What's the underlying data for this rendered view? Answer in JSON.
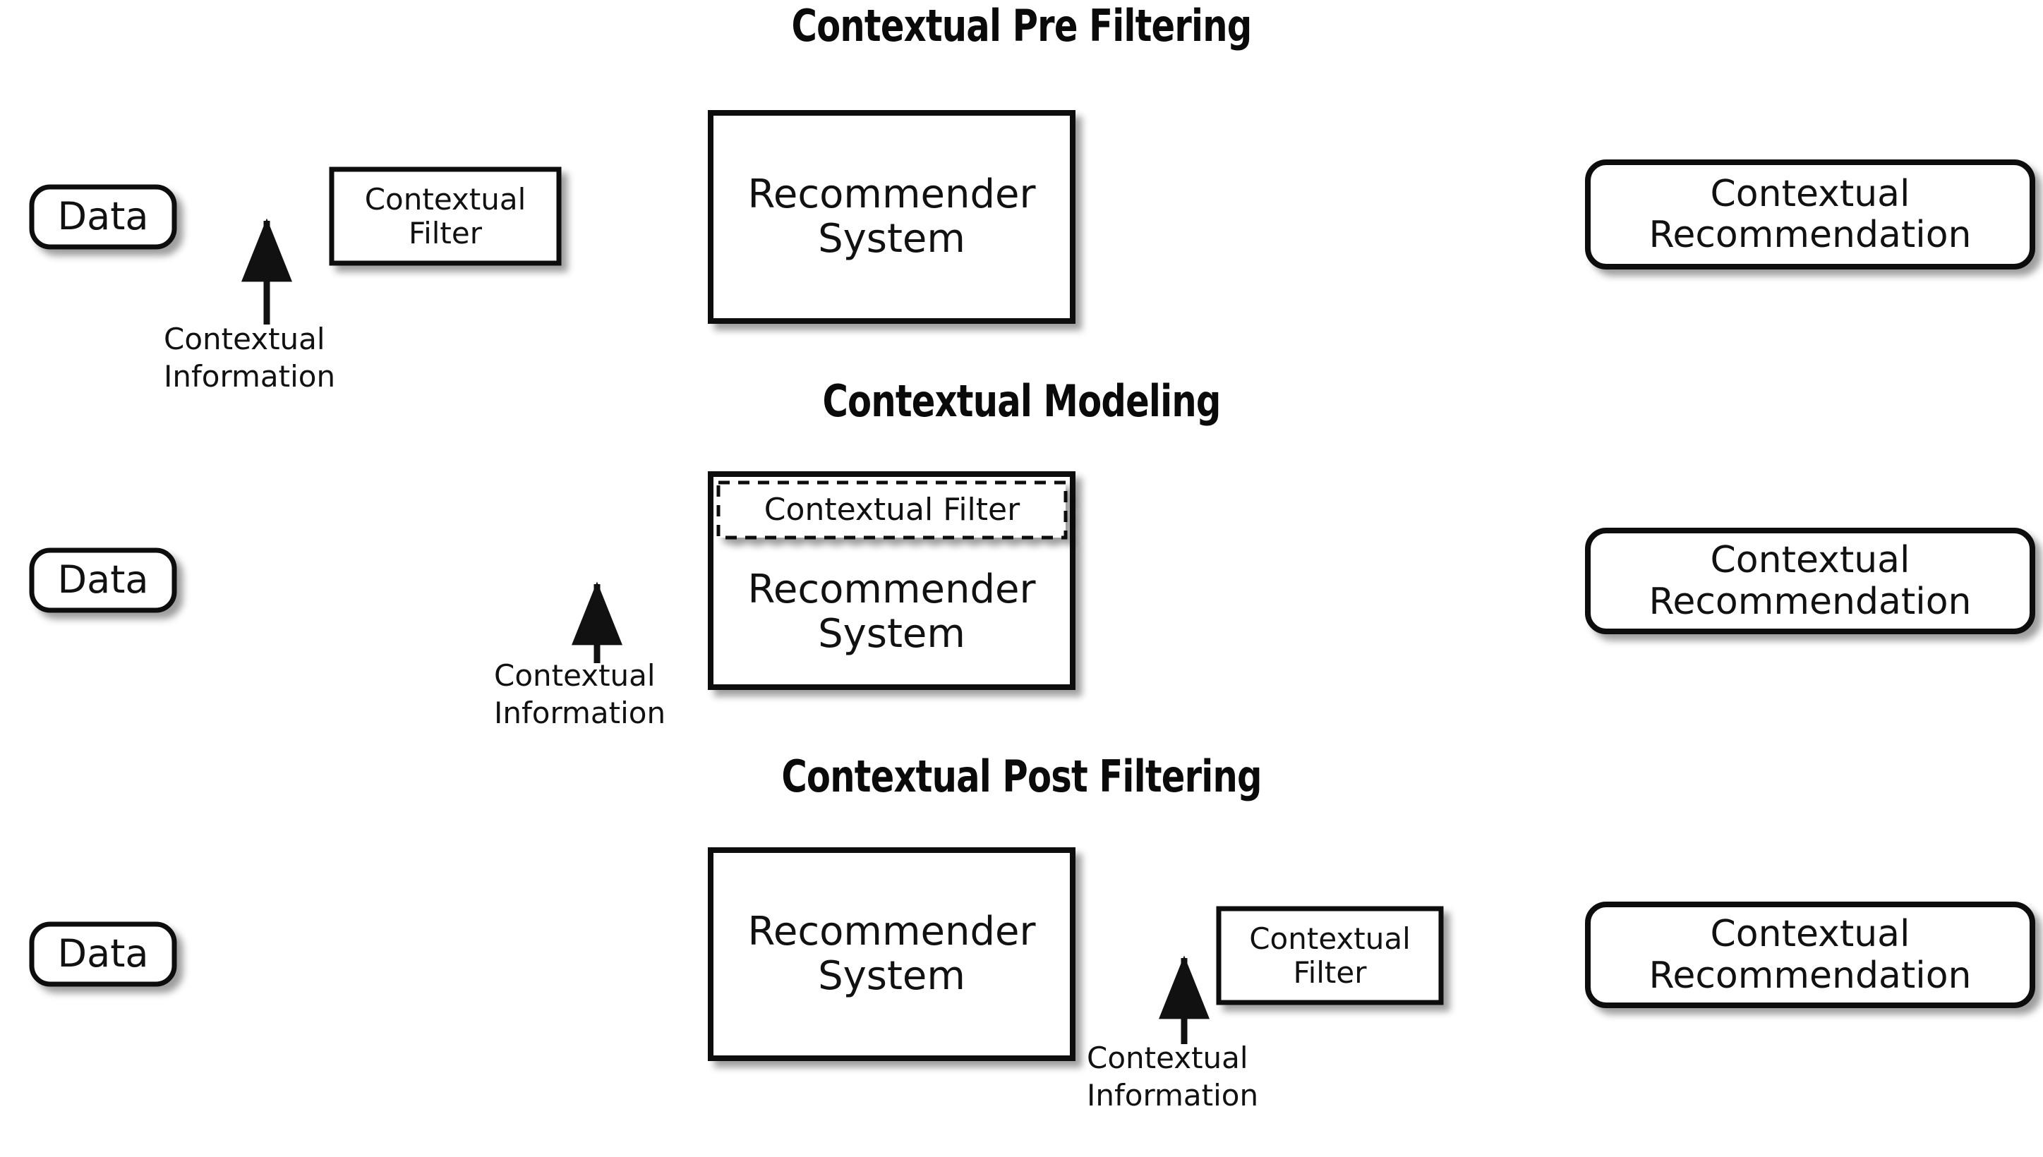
{
  "figure": {
    "background_color": "#ffffff",
    "stroke_color": "#111111",
    "text_color": "#111111"
  },
  "sections": [
    {
      "id": "pre-filtering",
      "title": "Contextual Pre Filtering",
      "nodes": {
        "data": "Data",
        "contextual_filter": "Contextual\nFilter",
        "recommender_system": "Recommender\nSystem",
        "contextual_recommendation": "Contextual\nRecommendation"
      },
      "annotation": "Contextual\nInformation",
      "flow": "Data -> Contextual Filter -> Recommender System -> Contextual Recommendation",
      "context_injection_point": "before contextual filter"
    },
    {
      "id": "contextual-modeling",
      "title": "Contextual Modeling",
      "nodes": {
        "data": "Data",
        "contextual_filter": "Contextual Filter",
        "recommender_system": "Recommender\nSystem",
        "contextual_recommendation": "Contextual\nRecommendation"
      },
      "annotation": "Contextual\nInformation",
      "flow": "Data -> Recommender System (with embedded Contextual Filter) -> Contextual Recommendation",
      "context_injection_point": "into recommender system"
    },
    {
      "id": "post-filtering",
      "title": "Contextual Post Filtering",
      "nodes": {
        "data": "Data",
        "contextual_filter": "Contextual\nFilter",
        "recommender_system": "Recommender\nSystem",
        "contextual_recommendation": "Contextual\nRecommendation"
      },
      "annotation": "Contextual\nInformation",
      "flow": "Data -> Recommender System -> Contextual Filter -> Contextual Recommendation",
      "context_injection_point": "after recommender system"
    }
  ]
}
